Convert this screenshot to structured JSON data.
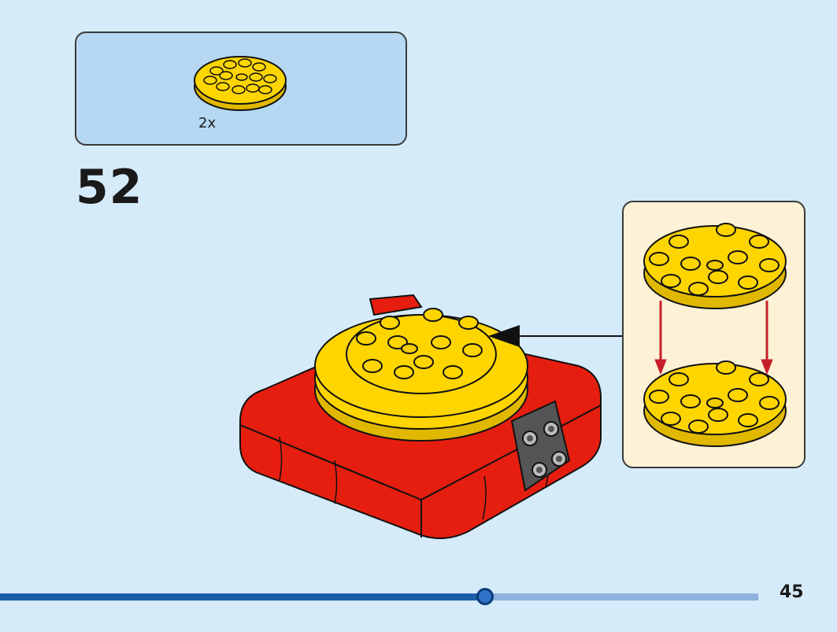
{
  "parts_list": {
    "quantity": "2x",
    "part_icon": "round-plate-4x4-yellow-icon"
  },
  "step": {
    "number": "52"
  },
  "callout": {
    "icon": "stacked-round-plates-icon"
  },
  "progress": {
    "fraction": 0.64
  },
  "page": {
    "number": "45"
  },
  "colors": {
    "background": "#d6ebfa",
    "parts_box": "#b6d8f2",
    "callout": "#fdf2d6",
    "brick_yellow": "#ffd500",
    "brick_red": "#e51e0f",
    "progress_fill": "#1b5ea8",
    "progress_track": "#8fb1dc"
  }
}
